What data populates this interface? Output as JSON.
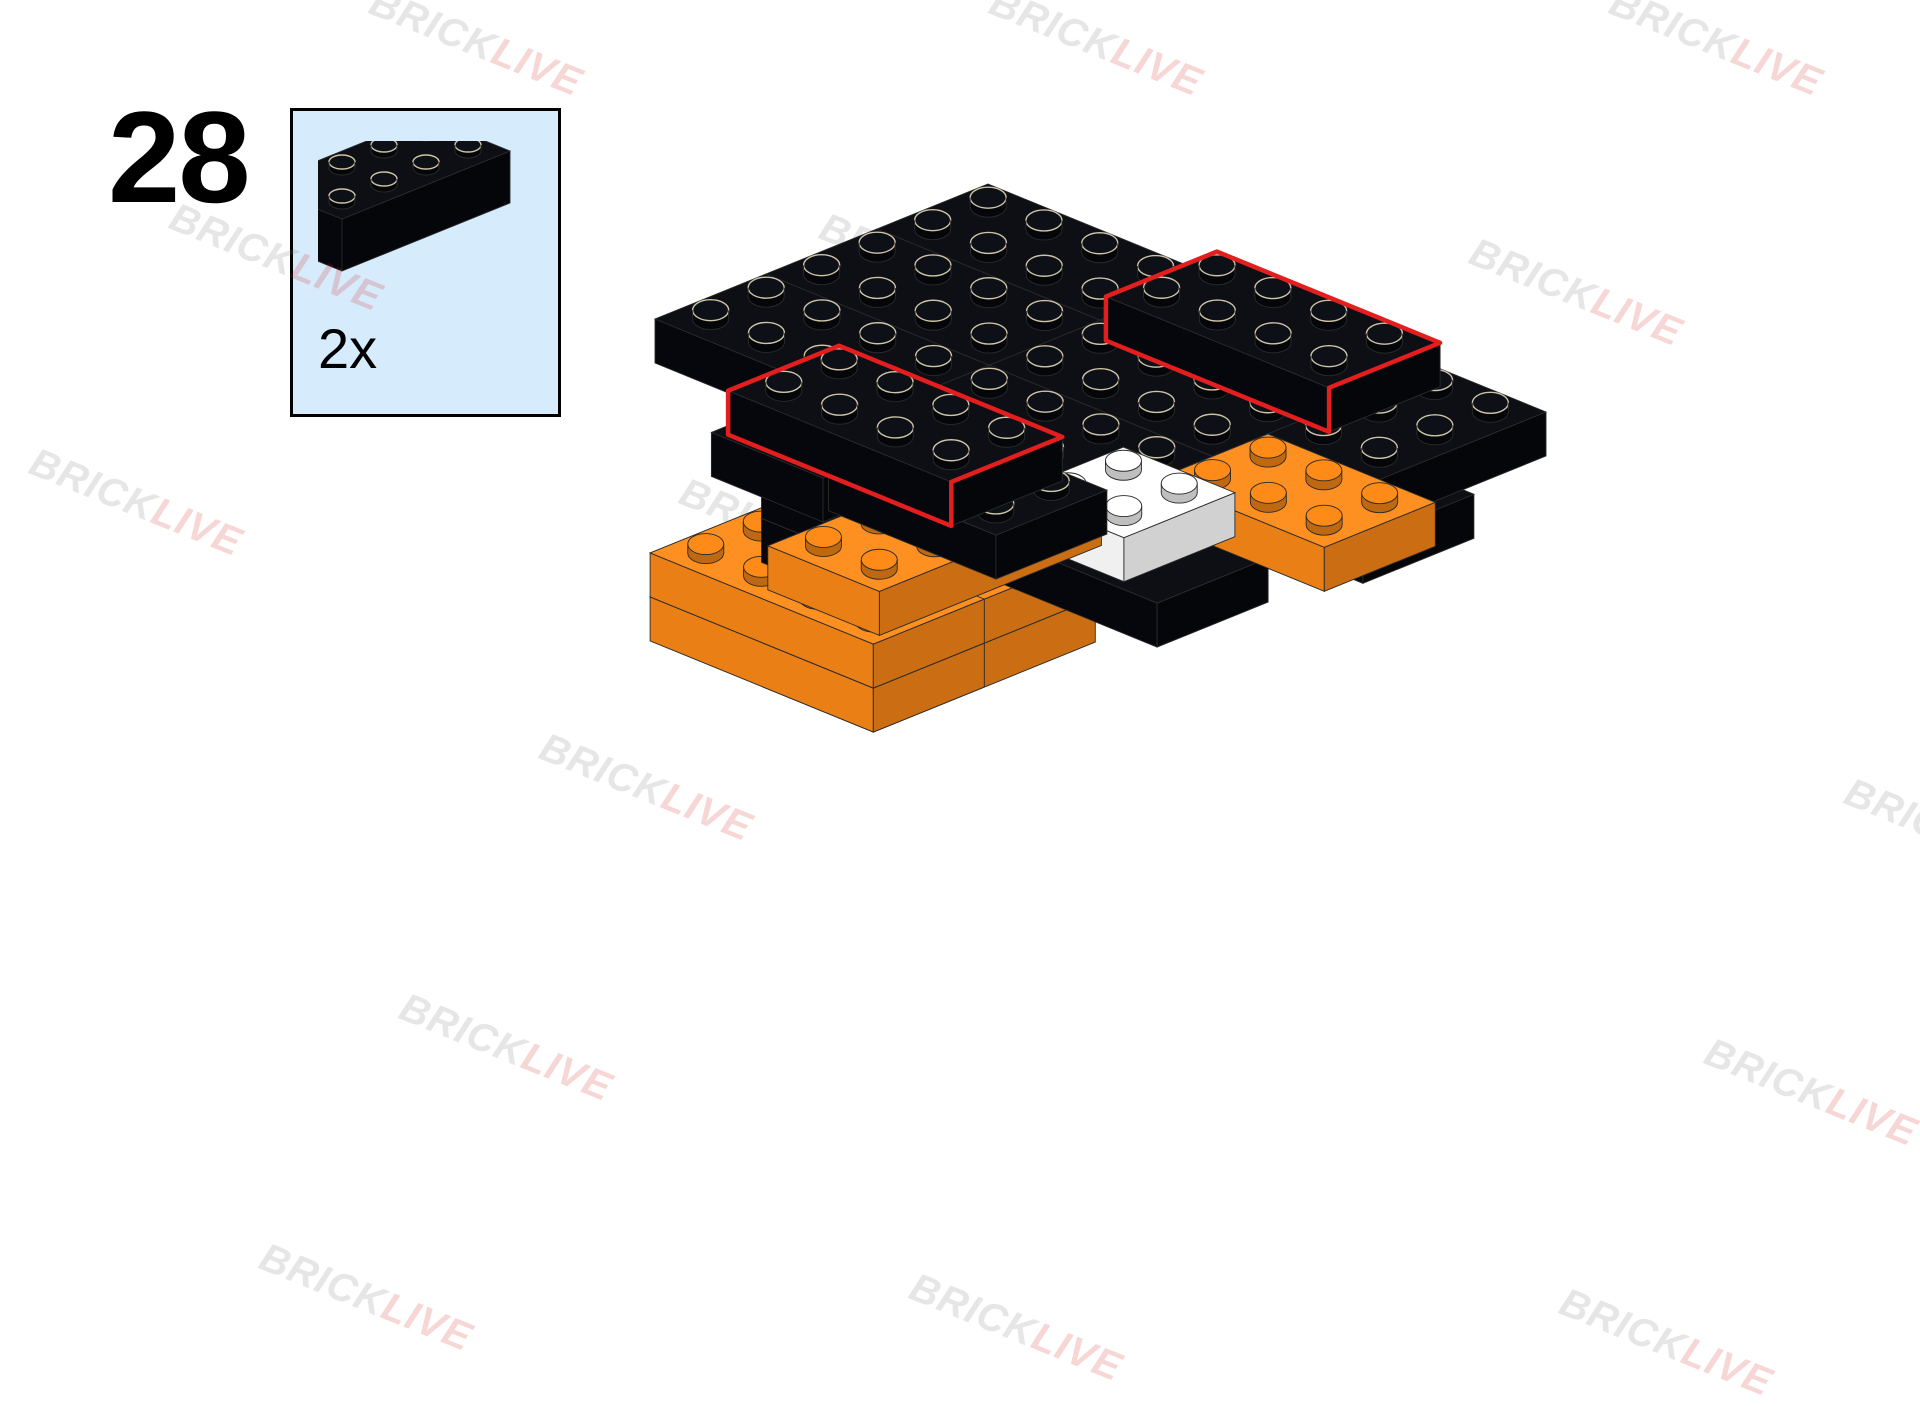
{
  "step": {
    "number": "28"
  },
  "parts_callout": {
    "quantity": "2x",
    "part": "brick-2x4",
    "part_color": "#05080d",
    "background_color": "#d6ebfb"
  },
  "watermark": {
    "part1": "BRICK",
    "part2": "LIVE",
    "color1": "#777777",
    "color2": "#d42020"
  },
  "colors": {
    "black_brick": "#05080d",
    "orange_brick": "#fe8a18",
    "white_brick": "#ffffff",
    "highlight_outline": "#e41e1e"
  }
}
